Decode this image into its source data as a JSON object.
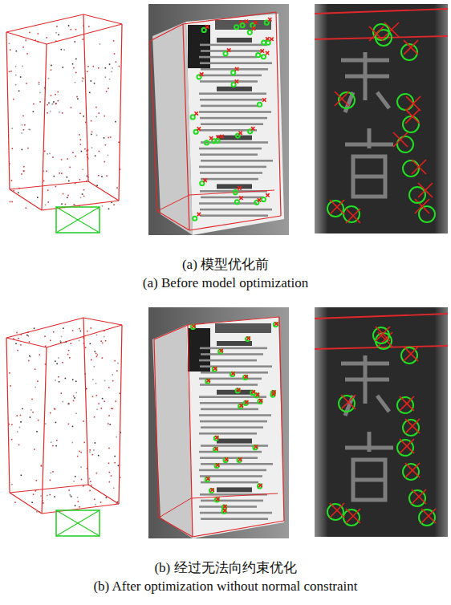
{
  "diagram": {
    "labels": [
      "(a) 模型优化前",
      "(a) Before model optimization",
      "(b) 经过无法向约束优化",
      "(b) After optimization without normal constraint"
    ]
  }
}
